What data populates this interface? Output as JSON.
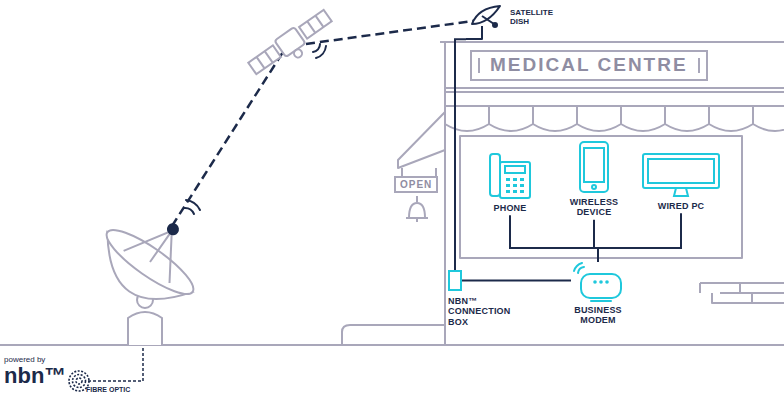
{
  "diagram": {
    "nodes": [
      {
        "text": [
          "SATELLITE DISH"
        ]
      },
      {
        "text": [
          "MEDICAL CENTRE"
        ]
      },
      {
        "text": [
          "OPEN"
        ]
      },
      {
        "text": [
          "PHONE"
        ]
      },
      {
        "text": [
          "WIRELESS DEVICE"
        ]
      },
      {
        "text": [
          "WIRED PC"
        ]
      },
      {
        "text": [
          "NBN™ CONNECTION BOX"
        ]
      },
      {
        "text": [
          "BUSINESS MODEM"
        ]
      }
    ],
    "edges": [
      {
        "from": 6,
        "to": 0,
        "arrow": "none"
      },
      {
        "from": 6,
        "to": 7,
        "arrow": "none"
      },
      {
        "from": 3,
        "to": 7,
        "arrow": "none"
      },
      {
        "from": 4,
        "to": 7,
        "arrow": "none"
      },
      {
        "from": 5,
        "to": 7,
        "arrow": "none"
      }
    ],
    "labels": [
      "powered by",
      "nbn™",
      "FIBRE OPTIC"
    ]
  }
}
